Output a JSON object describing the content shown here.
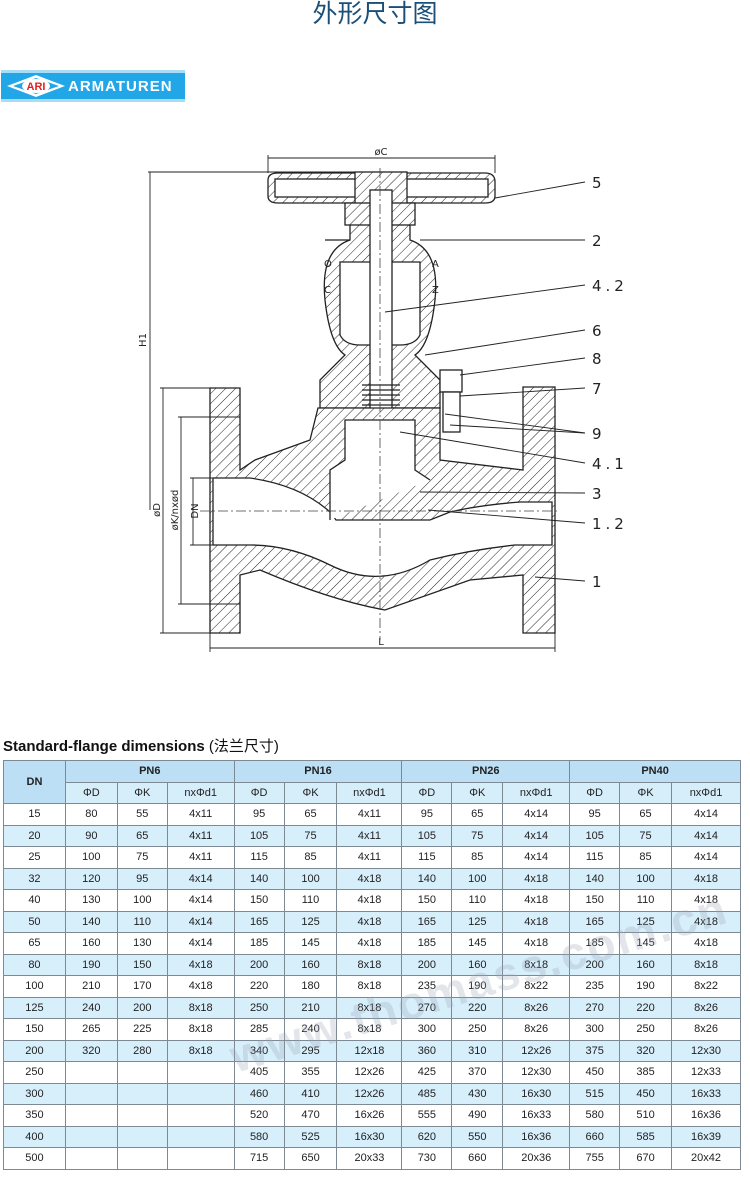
{
  "title": "外形尺寸图",
  "logo": {
    "badge": "ARI",
    "brand": "ARMATUREN"
  },
  "drawing": {
    "dimensions": {
      "handwheel_diameter": "øC",
      "height": "H1",
      "flange_diameter": "øD",
      "bolt_circle": "øK/nxød",
      "nominal": "DN",
      "length": "L"
    },
    "markings": [
      "O",
      "A",
      "C",
      "Z"
    ],
    "callouts": [
      "5",
      "2",
      "4.2",
      "6",
      "8",
      "7",
      "9",
      "4.1",
      "3",
      "1.2",
      "1"
    ]
  },
  "section": {
    "title": "Standard-flange dimensions",
    "title_cn": "(法兰尺寸)"
  },
  "table": {
    "dn_header": "DN",
    "groups": [
      "PN6",
      "PN16",
      "PN26",
      "PN40"
    ],
    "subheaders": [
      "ΦD",
      "ΦK",
      "nxΦd1"
    ],
    "rows": [
      [
        "15",
        "80",
        "55",
        "4x11",
        "95",
        "65",
        "4x11",
        "95",
        "65",
        "4x14",
        "95",
        "65",
        "4x14"
      ],
      [
        "20",
        "90",
        "65",
        "4x11",
        "105",
        "75",
        "4x11",
        "105",
        "75",
        "4x14",
        "105",
        "75",
        "4x14"
      ],
      [
        "25",
        "100",
        "75",
        "4x11",
        "115",
        "85",
        "4x11",
        "115",
        "85",
        "4x14",
        "115",
        "85",
        "4x14"
      ],
      [
        "32",
        "120",
        "95",
        "4x14",
        "140",
        "100",
        "4x18",
        "140",
        "100",
        "4x18",
        "140",
        "100",
        "4x18"
      ],
      [
        "40",
        "130",
        "100",
        "4x14",
        "150",
        "110",
        "4x18",
        "150",
        "110",
        "4x18",
        "150",
        "110",
        "4x18"
      ],
      [
        "50",
        "140",
        "110",
        "4x14",
        "165",
        "125",
        "4x18",
        "165",
        "125",
        "4x18",
        "165",
        "125",
        "4x18"
      ],
      [
        "65",
        "160",
        "130",
        "4x14",
        "185",
        "145",
        "4x18",
        "185",
        "145",
        "4x18",
        "185",
        "145",
        "4x18"
      ],
      [
        "80",
        "190",
        "150",
        "4x18",
        "200",
        "160",
        "8x18",
        "200",
        "160",
        "8x18",
        "200",
        "160",
        "8x18"
      ],
      [
        "100",
        "210",
        "170",
        "4x18",
        "220",
        "180",
        "8x18",
        "235",
        "190",
        "8x22",
        "235",
        "190",
        "8x22"
      ],
      [
        "125",
        "240",
        "200",
        "8x18",
        "250",
        "210",
        "8x18",
        "270",
        "220",
        "8x26",
        "270",
        "220",
        "8x26"
      ],
      [
        "150",
        "265",
        "225",
        "8x18",
        "285",
        "240",
        "8x18",
        "300",
        "250",
        "8x26",
        "300",
        "250",
        "8x26"
      ],
      [
        "200",
        "320",
        "280",
        "8x18",
        "340",
        "295",
        "12x18",
        "360",
        "310",
        "12x26",
        "375",
        "320",
        "12x30"
      ],
      [
        "250",
        "",
        "",
        "",
        "405",
        "355",
        "12x26",
        "425",
        "370",
        "12x30",
        "450",
        "385",
        "12x33"
      ],
      [
        "300",
        "",
        "",
        "",
        "460",
        "410",
        "12x26",
        "485",
        "430",
        "16x30",
        "515",
        "450",
        "16x33"
      ],
      [
        "350",
        "",
        "",
        "",
        "520",
        "470",
        "16x26",
        "555",
        "490",
        "16x33",
        "580",
        "510",
        "16x36"
      ],
      [
        "400",
        "",
        "",
        "",
        "580",
        "525",
        "16x30",
        "620",
        "550",
        "16x36",
        "660",
        "585",
        "16x39"
      ],
      [
        "500",
        "",
        "",
        "",
        "715",
        "650",
        "20x33",
        "730",
        "660",
        "20x36",
        "755",
        "670",
        "20x42"
      ]
    ]
  },
  "watermark": "www.thomass.com.cn",
  "colors": {
    "title": "#1b4f78",
    "logo_bg": "#21a6e8",
    "header": "#bcdff5",
    "alt_row": "#d7eefb"
  }
}
